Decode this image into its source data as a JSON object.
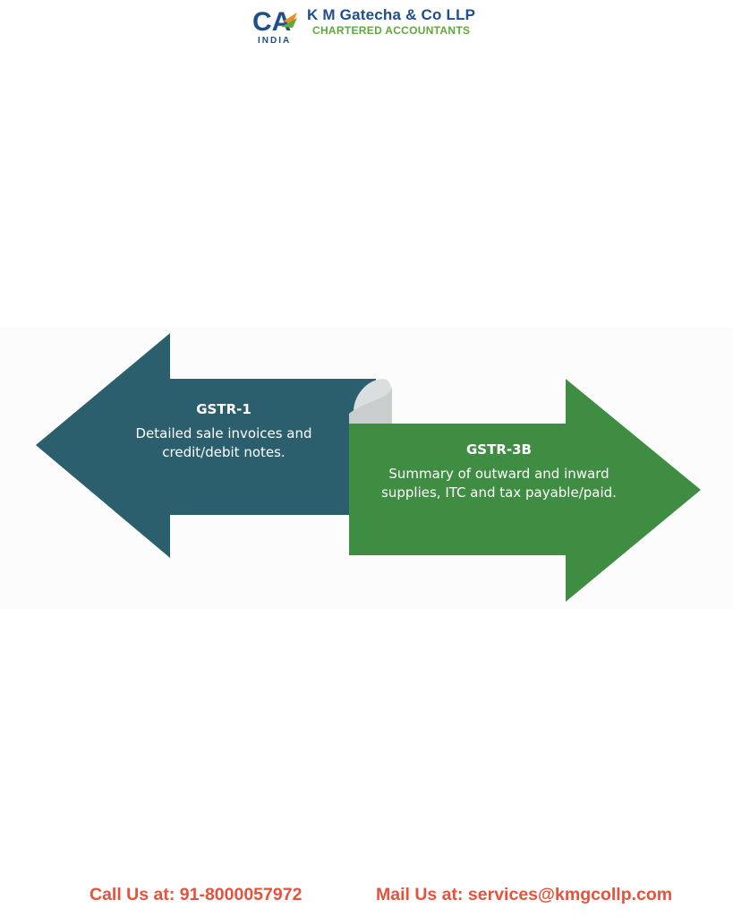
{
  "header": {
    "logo_text": "CA",
    "logo_subtext": "INDIA",
    "firm_name": "K M Gatecha & Co LLP",
    "tagline": "CHARTERED ACCOUNTANTS"
  },
  "diagram": {
    "left_arrow": {
      "title": "GSTR-1",
      "description": "Detailed sale invoices and credit/debit notes.",
      "color": "#2c5f6e"
    },
    "right_arrow": {
      "title": "GSTR-3B",
      "description": "Summary of outward and inward supplies, ITC and tax payable/paid.",
      "color": "#3f8d43"
    }
  },
  "footer": {
    "call": "Call Us at: 91-8000057972",
    "mail": "Mail Us at: services@kmgcollp.com",
    "color": "#e5533d"
  }
}
